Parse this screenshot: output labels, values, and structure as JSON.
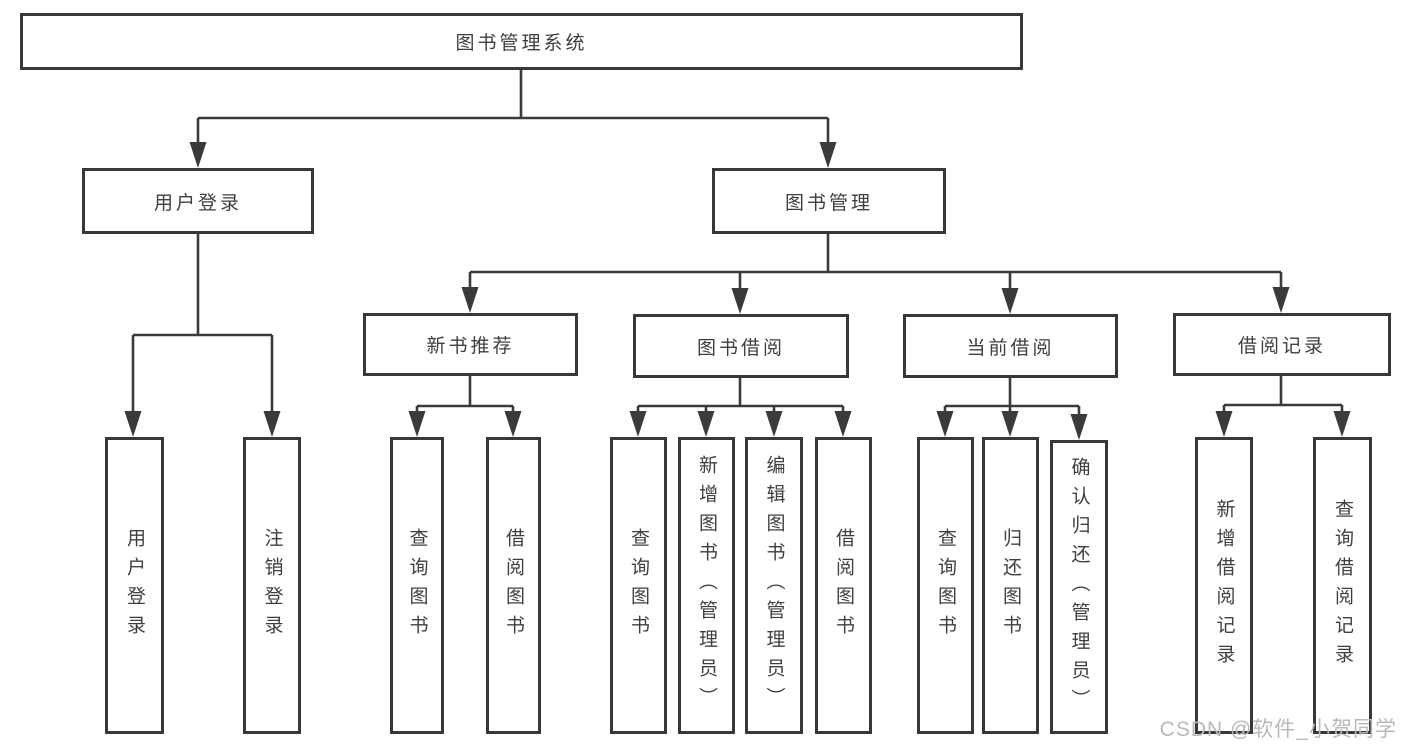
{
  "diagram": {
    "title_node": {
      "label": "图书管理系统"
    },
    "level1": {
      "user_login": {
        "label": "用户登录"
      },
      "book_management": {
        "label": "图书管理"
      }
    },
    "level2": {
      "new_book_recommend": {
        "label": "新书推荐"
      },
      "book_borrowing": {
        "label": "图书借阅"
      },
      "current_borrowing": {
        "label": "当前借阅"
      },
      "borrowing_records": {
        "label": "借阅记录"
      }
    },
    "leaves": {
      "login_user_login": {
        "label": "用户登录"
      },
      "login_logout": {
        "label": "注销登录"
      },
      "recommend_query_books": {
        "label": "查询图书"
      },
      "recommend_borrow_books": {
        "label": "借阅图书"
      },
      "borrowing_query_books": {
        "label": "查询图书"
      },
      "borrowing_add_books": {
        "label": "新增图书（管理员）"
      },
      "borrowing_edit_books": {
        "label": "编辑图书（管理员）"
      },
      "borrowing_borrow_books": {
        "label": "借阅图书"
      },
      "current_query_books": {
        "label": "查询图书"
      },
      "current_return_books": {
        "label": "归还图书"
      },
      "current_confirm_return": {
        "label": "确认归还（管理员）"
      },
      "records_add_record": {
        "label": "新增借阅记录"
      },
      "records_query_record": {
        "label": "查询借阅记录"
      }
    },
    "hierarchy": {
      "图书管理系统": {
        "用户登录": [
          "用户登录",
          "注销登录"
        ],
        "图书管理": {
          "新书推荐": [
            "查询图书",
            "借阅图书"
          ],
          "图书借阅": [
            "查询图书",
            "新增图书（管理员）",
            "编辑图书（管理员）",
            "借阅图书"
          ],
          "当前借阅": [
            "查询图书",
            "归还图书",
            "确认归还（管理员）"
          ],
          "借阅记录": [
            "新增借阅记录",
            "查询借阅记录"
          ]
        }
      }
    }
  },
  "watermark": {
    "text": "CSDN @软件_小贺同学"
  },
  "colors": {
    "line": "#3a3a3a",
    "box_border": "#383838",
    "text": "#3f3f3f",
    "background": "#ffffff",
    "watermark": "#b9b9b9"
  }
}
